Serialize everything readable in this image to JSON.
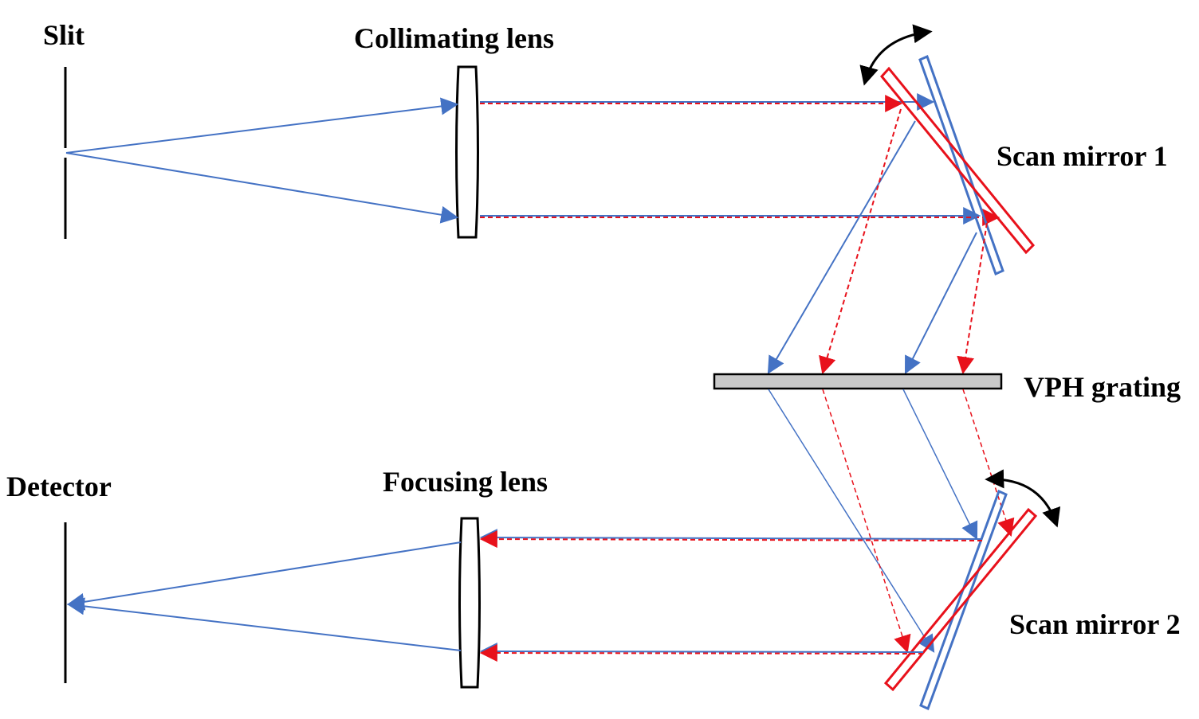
{
  "labels": {
    "slit": "Slit",
    "collimating_lens": "Collimating lens",
    "scan_mirror_1": "Scan mirror 1",
    "vph_grating": "VPH grating",
    "detector": "Detector",
    "focusing_lens": "Focusing lens",
    "scan_mirror_2": "Scan mirror 2"
  },
  "colors": {
    "blue_ray": "#4472C4",
    "red_ray": "#E8111B",
    "outline": "#000000",
    "grating_fill": "#C8C8C8"
  }
}
